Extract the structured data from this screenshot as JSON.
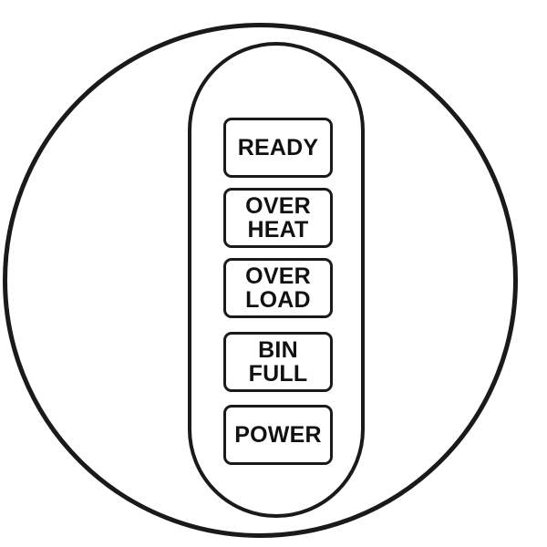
{
  "indicators": [
    {
      "lines": [
        "READY"
      ]
    },
    {
      "lines": [
        "OVER",
        "HEAT"
      ]
    },
    {
      "lines": [
        "OVER",
        "LOAD"
      ]
    },
    {
      "lines": [
        "BIN",
        "FULL"
      ]
    },
    {
      "lines": [
        "POWER"
      ]
    }
  ],
  "colors": {
    "stroke": "#1a1a1a",
    "text": "#111111",
    "background": "#ffffff"
  }
}
